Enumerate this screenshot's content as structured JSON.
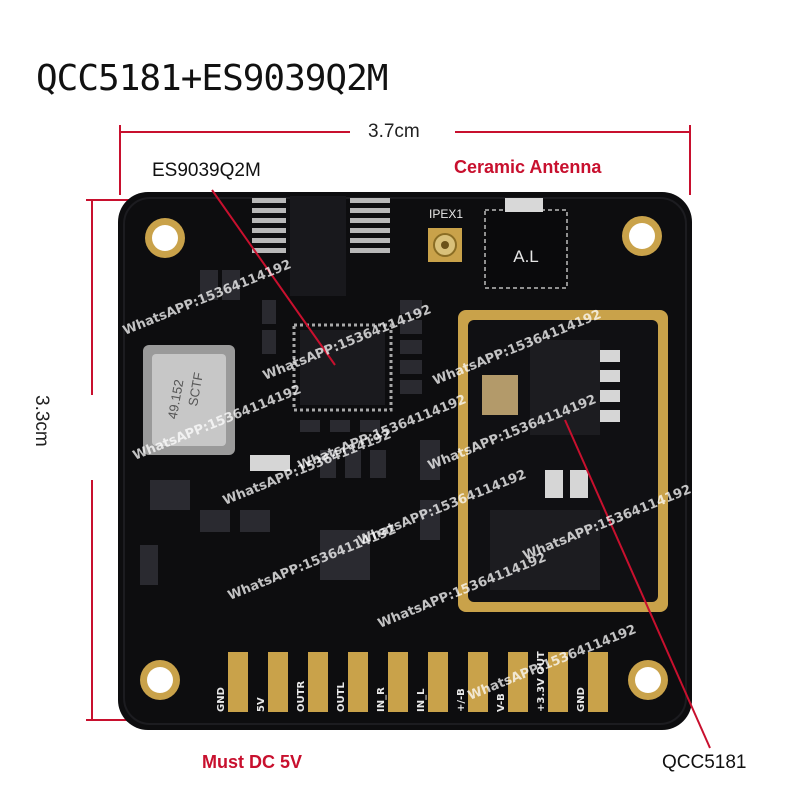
{
  "title": "QCC5181+ES9039Q2M",
  "dimensions": {
    "width": "3.7cm",
    "height": "3.3cm"
  },
  "callouts": {
    "dac_chip": "ES9039Q2M",
    "antenna": "Ceramic Antenna",
    "bt_module": "QCC5181",
    "power_note": "Must DC 5V"
  },
  "board_silkscreen": {
    "connector": "IPEX1",
    "antenna_marking": "A.L",
    "crystal_marking_1": "SCTF",
    "crystal_marking_2": "49.152"
  },
  "pins": [
    "GND",
    "5V",
    "OUTR",
    "OUTL",
    "IN_R",
    "IN_L",
    "+/-B",
    "V-B",
    "+3.3V OUT",
    "GND"
  ],
  "watermark": "WhatsAPP:15364114192",
  "colors": {
    "board": "#0d0d0f",
    "gold": "#c9a24a",
    "red_annotation": "#c8102e",
    "dimension_line": "#c8102e"
  }
}
